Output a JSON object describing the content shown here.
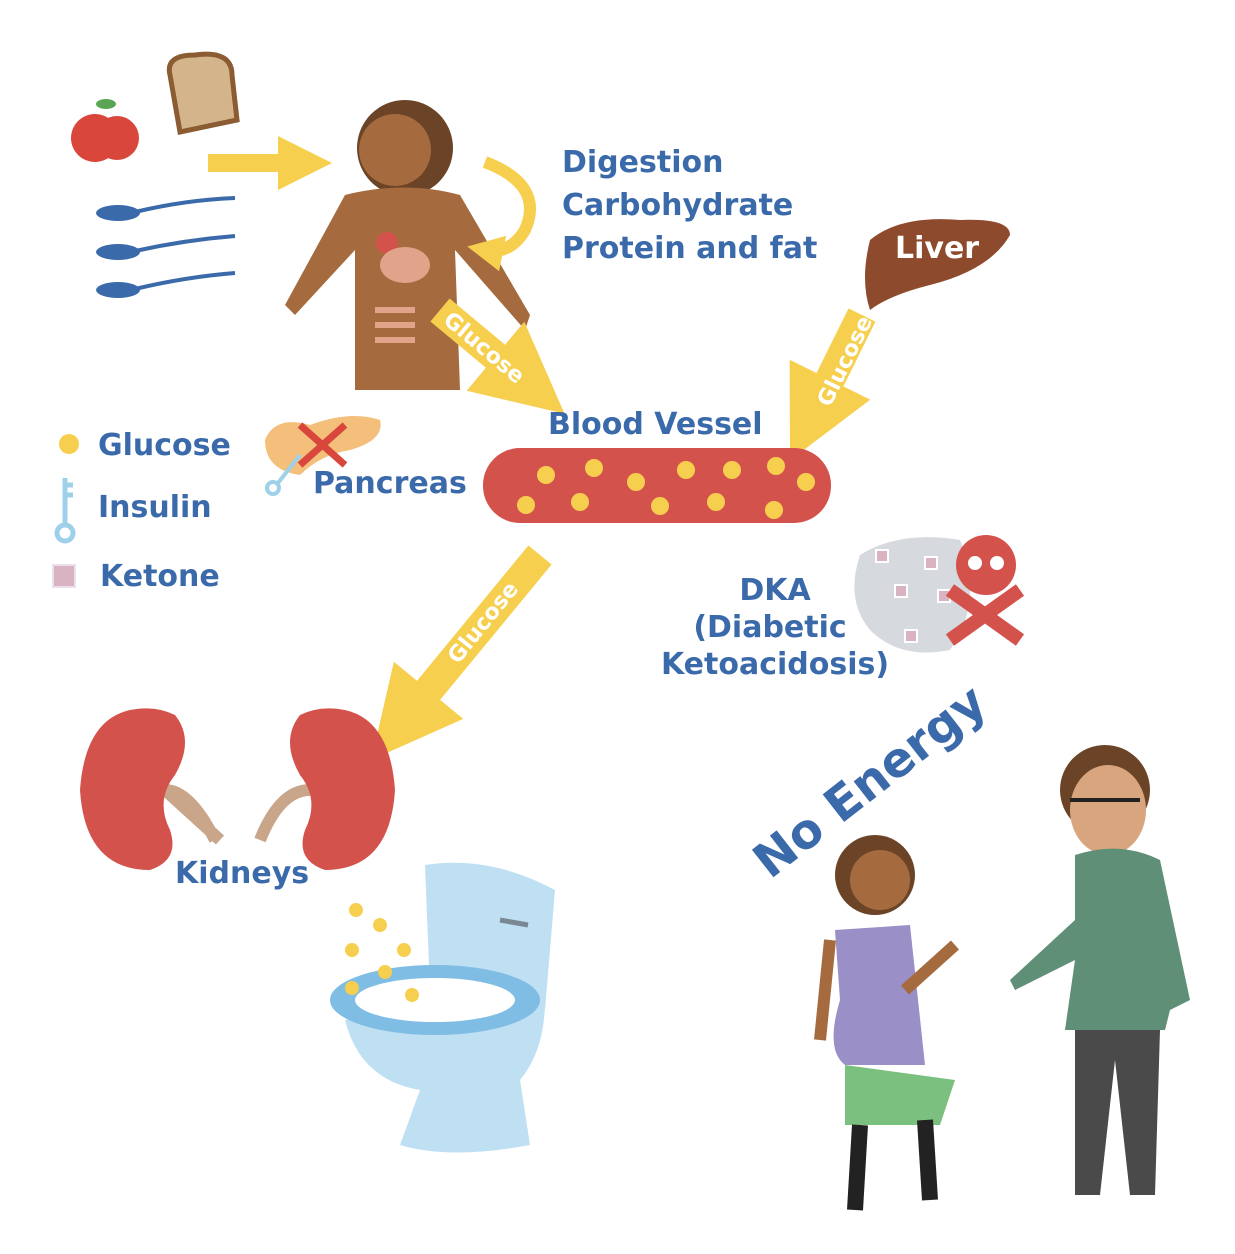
{
  "digestion": {
    "lines": [
      "Digestion",
      "Carbohydrate",
      "Protein and fat"
    ]
  },
  "liver_label": "Liver",
  "arrow_label": "Glucose",
  "blood_vessel_label": "Blood Vessel",
  "legend": {
    "glucose": "Glucose",
    "insulin": "Insulin",
    "ketone": "Ketone"
  },
  "pancreas_label": "Pancreas",
  "dka": {
    "lines": [
      "DKA",
      "(Diabetic",
      "Ketoacidosis)"
    ]
  },
  "kidneys_label": "Kidneys",
  "no_energy_label": "No Energy",
  "colors": {
    "text": "#3b6aab",
    "glucose": "#f7cf4f",
    "vessel": "#d4524c",
    "liver": "#8e4a2c",
    "skin": "#a56b3e",
    "ketone": "#d9b3c2",
    "insulin": "#9fd0ea"
  }
}
